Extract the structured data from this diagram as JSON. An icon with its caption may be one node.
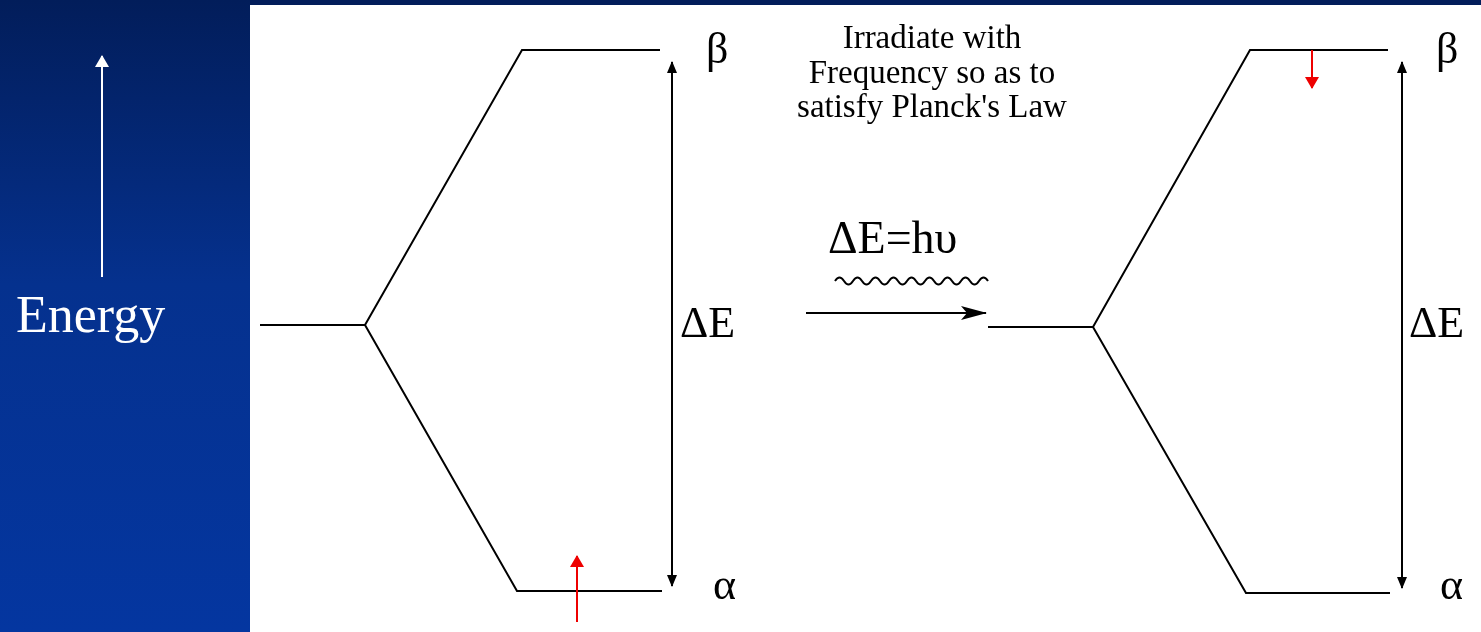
{
  "diagram": {
    "labels": [
      "Energy",
      "β",
      "Irradiate with Frequency so as to satisfy Planck's Law",
      "ΔE=hυ",
      "β",
      "ΔE",
      "ΔE",
      "α",
      "α"
    ]
  }
}
